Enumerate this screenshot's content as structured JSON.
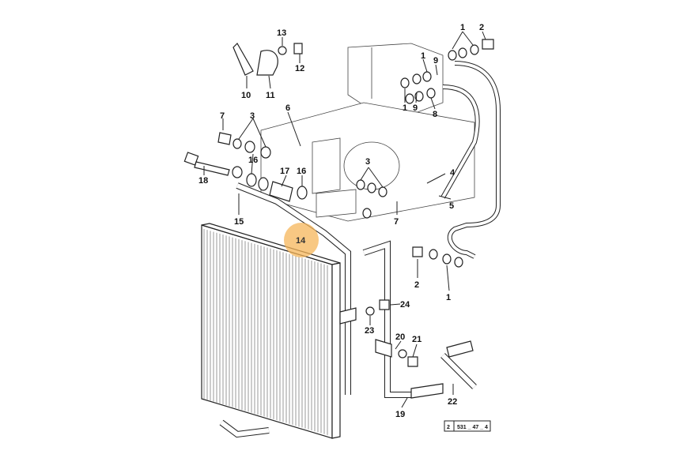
{
  "diagram": {
    "highlight": {
      "label": "14",
      "color": "#f6b55a"
    },
    "callouts": [
      {
        "id": "1a",
        "text": "1"
      },
      {
        "id": "2a",
        "text": "2"
      },
      {
        "id": "1b",
        "text": "1"
      },
      {
        "id": "9a",
        "text": "9"
      },
      {
        "id": "1c",
        "text": "1"
      },
      {
        "id": "9b",
        "text": "9"
      },
      {
        "id": "8",
        "text": "8"
      },
      {
        "id": "13",
        "text": "13"
      },
      {
        "id": "12",
        "text": "12"
      },
      {
        "id": "10",
        "text": "10"
      },
      {
        "id": "11",
        "text": "11"
      },
      {
        "id": "7a",
        "text": "7"
      },
      {
        "id": "3a",
        "text": "3"
      },
      {
        "id": "6",
        "text": "6"
      },
      {
        "id": "16a",
        "text": "16"
      },
      {
        "id": "17",
        "text": "17"
      },
      {
        "id": "16b",
        "text": "16"
      },
      {
        "id": "18",
        "text": "18"
      },
      {
        "id": "15",
        "text": "15"
      },
      {
        "id": "3b",
        "text": "3"
      },
      {
        "id": "4",
        "text": "4"
      },
      {
        "id": "5",
        "text": "5"
      },
      {
        "id": "7b",
        "text": "7"
      },
      {
        "id": "2b",
        "text": "2"
      },
      {
        "id": "1d",
        "text": "1"
      },
      {
        "id": "24",
        "text": "24"
      },
      {
        "id": "23",
        "text": "23"
      },
      {
        "id": "20",
        "text": "20"
      },
      {
        "id": "21",
        "text": "21"
      },
      {
        "id": "19",
        "text": "19"
      },
      {
        "id": "22",
        "text": "22"
      }
    ],
    "reference": {
      "index": "2",
      "code": "531 _ 47 _ 4"
    }
  }
}
